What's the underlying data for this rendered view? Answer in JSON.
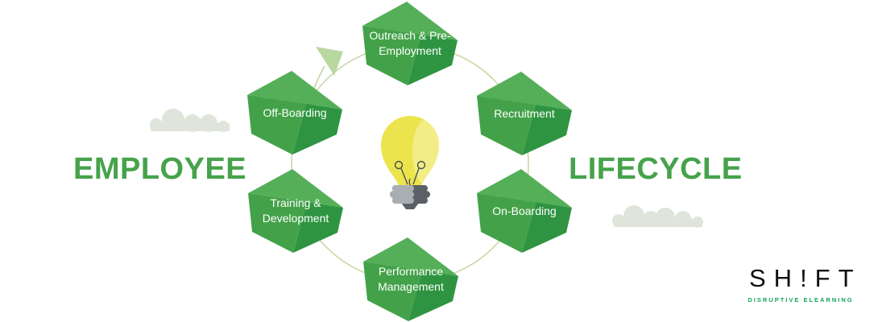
{
  "diagram": {
    "title_left": "EMPLOYEE",
    "title_right": "LIFECYCLE",
    "center_icon": "lightbulb-icon",
    "stages": [
      {
        "label": "Outreach & Pre-Employment",
        "line1": "Outreach & Pre-",
        "line2": "Employment"
      },
      {
        "label": "Recruitment",
        "line1": "Recruitment",
        "line2": ""
      },
      {
        "label": "On-Boarding",
        "line1": "On-Boarding",
        "line2": ""
      },
      {
        "label": "Performance Management",
        "line1": "Performance",
        "line2": "Management"
      },
      {
        "label": "Training & Development",
        "line1": "Training &",
        "line2": "Development"
      },
      {
        "label": "Off-Boarding",
        "line1": "Off-Boarding",
        "line2": ""
      }
    ]
  },
  "logo": {
    "brand": "SH!FT",
    "tagline": "DISRUPTIVE ELEARNING"
  },
  "colors": {
    "hex_light": "#55af59",
    "hex_medium": "#43a249",
    "hex_dark": "#2f9441",
    "title_green": "#46a24b",
    "logo_green": "#12a35b",
    "logo_black": "#101010",
    "ring": "#ccd8a4",
    "arrow": "#b9d8a0",
    "cloud": "#dfe5da",
    "bulb_yellow": "#ebe44d",
    "bulb_highlight": "#f2ed85",
    "bulb_base_dark": "#5a6066",
    "bulb_base_light": "#a9aeb3"
  }
}
